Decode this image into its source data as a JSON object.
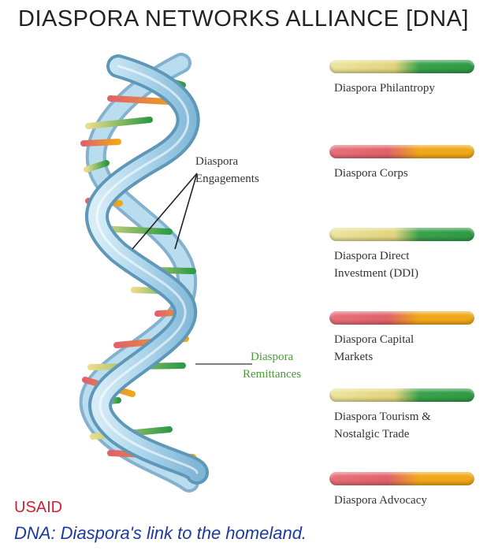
{
  "title": "DIASPORA NETWORKS ALLIANCE [DNA]",
  "annotations": {
    "engagements": [
      "Diaspora",
      "Engagements"
    ],
    "remittances": [
      "Diaspora",
      "Remittances"
    ]
  },
  "legend": [
    {
      "label": [
        "Diaspora Philantropy"
      ],
      "scheme": "yellow-green",
      "colors": [
        "#e8dc8a",
        "#2e9a44"
      ]
    },
    {
      "label": [
        "Diaspora Corps"
      ],
      "scheme": "red-orange",
      "colors": [
        "#e0626a",
        "#f0a818"
      ]
    },
    {
      "label": [
        "Diaspora Direct",
        "Investment (DDI)"
      ],
      "scheme": "yellow-green",
      "colors": [
        "#e8dc8a",
        "#2e9a44"
      ]
    },
    {
      "label": [
        "Diaspora Capital",
        "Markets"
      ],
      "scheme": "red-orange",
      "colors": [
        "#e0626a",
        "#f0a818"
      ]
    },
    {
      "label": [
        "Diaspora Tourism &",
        "Nostalgic Trade"
      ],
      "scheme": "yellow-green",
      "colors": [
        "#e8dc8a",
        "#2e9a44"
      ]
    },
    {
      "label": [
        "Diaspora Advocacy"
      ],
      "scheme": "red-orange",
      "colors": [
        "#e0626a",
        "#f0a818"
      ]
    }
  ],
  "logo": "USAID",
  "caption": "DNA: Diaspora's link to the homeland.",
  "colors": {
    "strand": "#a9d3ea",
    "strand_edge": "#5e97b8",
    "label_green": "#4a9a3a",
    "caption_blue": "#1a3aa0",
    "usaid_red": "#cc2233"
  }
}
